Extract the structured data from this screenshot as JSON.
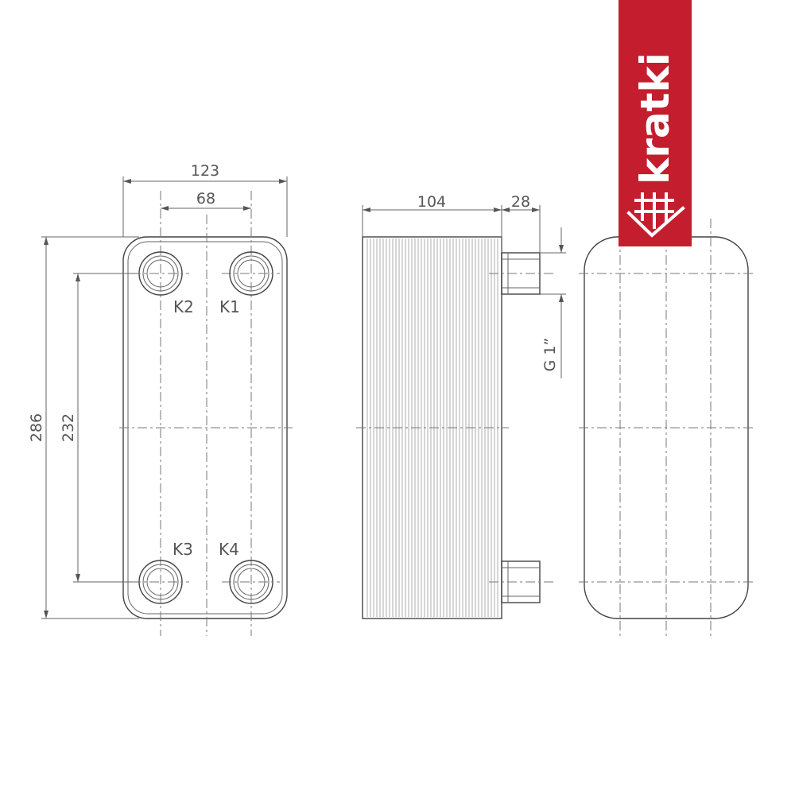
{
  "dimensions": {
    "total_width": "123",
    "port_spacing_horizontal": "68",
    "total_height": "286",
    "port_spacing_vertical": "232",
    "plate_pack_depth": "104",
    "connection_length": "28",
    "thread": "G 1”"
  },
  "ports": {
    "k1": "K1",
    "k2": "K2",
    "k3": "K3",
    "k4": "K4"
  },
  "logo": {
    "text": "kratki",
    "background_color": "#c41e2e"
  }
}
